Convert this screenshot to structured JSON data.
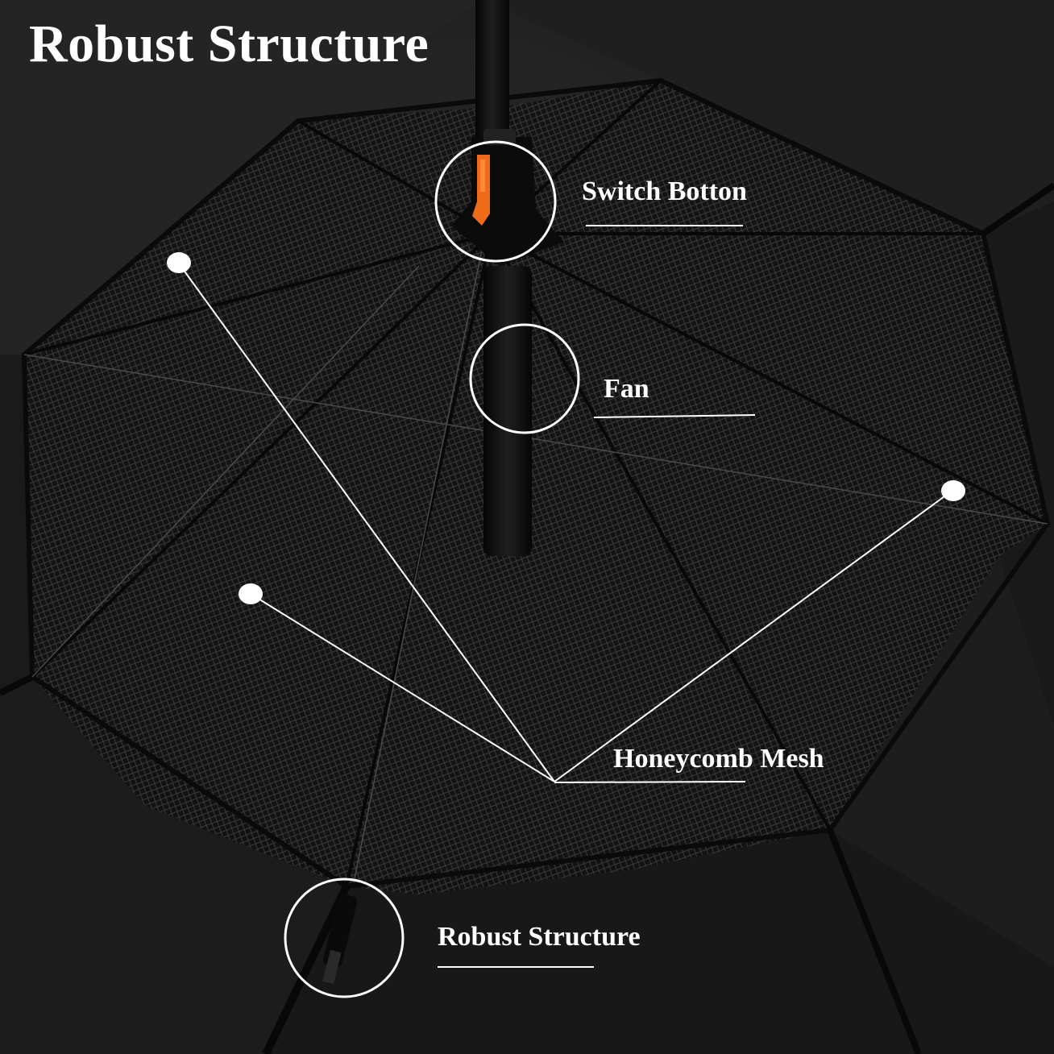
{
  "heading": "Robust Structure",
  "callouts": {
    "switch": "Switch Botton",
    "fan": "Fan",
    "mesh": "Honeycomb Mesh",
    "robust": "Robust Structure"
  },
  "colors": {
    "canopy": "#1e1e1e",
    "mesh": "#333333",
    "accent_switch": "#f06a1a",
    "annotation": "#ffffff"
  },
  "icons": [
    "umbrella-canopy",
    "honeycomb-mesh",
    "fan-shaft",
    "switch-button",
    "rib-joint"
  ]
}
